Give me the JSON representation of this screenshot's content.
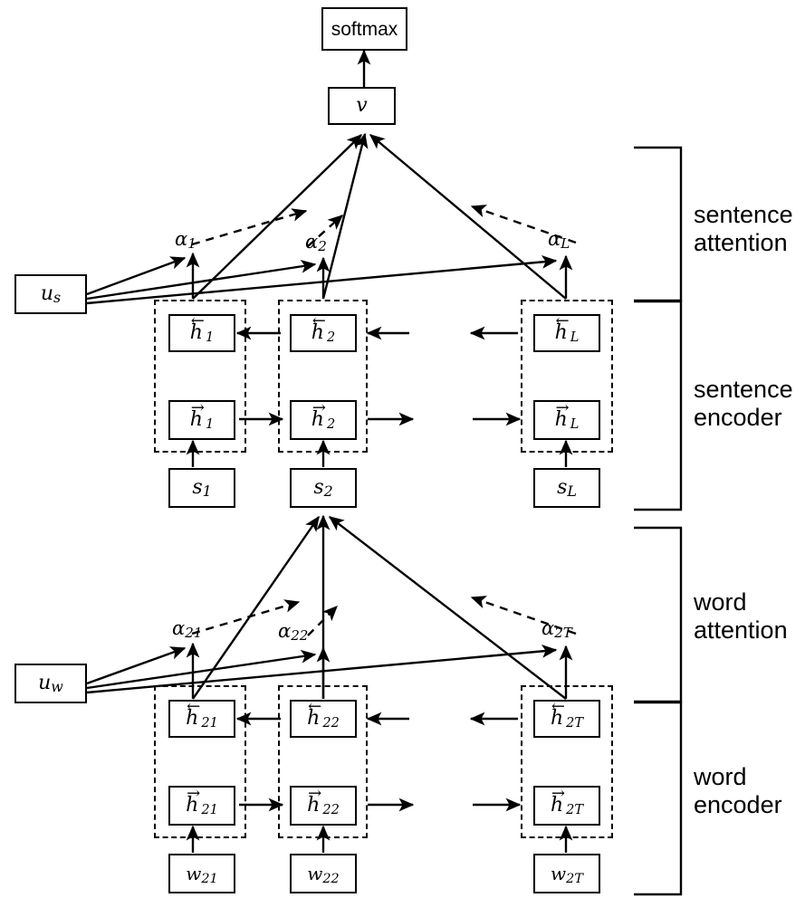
{
  "figure": {
    "type": "diagram",
    "name": "hierarchical-attention-network",
    "output_node": {
      "label": "softmax"
    },
    "document_vector": {
      "label": "v"
    }
  },
  "sections": [
    {
      "id": "sentence-attention",
      "label": "sentence\nattention"
    },
    {
      "id": "sentence-encoder",
      "label": "sentence\nencoder"
    },
    {
      "id": "word-attention",
      "label": "word\nattention"
    },
    {
      "id": "word-encoder",
      "label": "word\nencoder"
    }
  ],
  "context_vectors": {
    "sentence": {
      "base": "u",
      "sub": "s"
    },
    "word": {
      "base": "u",
      "sub": "w"
    }
  },
  "sentence_level": {
    "attention_weights": [
      {
        "base": "α",
        "sub": "1"
      },
      {
        "base": "α",
        "sub": "2"
      },
      {
        "base": "α",
        "sub": "L"
      }
    ],
    "backward_states": [
      {
        "arrow": "←",
        "base": "h",
        "sub": "1"
      },
      {
        "arrow": "←",
        "base": "h",
        "sub": "2"
      },
      {
        "arrow": "←",
        "base": "h",
        "sub": "L"
      }
    ],
    "forward_states": [
      {
        "arrow": "→",
        "base": "h",
        "sub": "1"
      },
      {
        "arrow": "→",
        "base": "h",
        "sub": "2"
      },
      {
        "arrow": "→",
        "base": "h",
        "sub": "L"
      }
    ],
    "inputs": [
      {
        "base": "s",
        "sub": "1"
      },
      {
        "base": "s",
        "sub": "2"
      },
      {
        "base": "s",
        "sub": "L"
      }
    ]
  },
  "word_level": {
    "attention_weights": [
      {
        "base": "α",
        "sub": "21"
      },
      {
        "base": "α",
        "sub": "22"
      },
      {
        "base": "α",
        "sub": "2T"
      }
    ],
    "backward_states": [
      {
        "arrow": "←",
        "base": "h",
        "sub": "21"
      },
      {
        "arrow": "←",
        "base": "h",
        "sub": "22"
      },
      {
        "arrow": "←",
        "base": "h",
        "sub": "2T"
      }
    ],
    "forward_states": [
      {
        "arrow": "→",
        "base": "h",
        "sub": "21"
      },
      {
        "arrow": "→",
        "base": "h",
        "sub": "22"
      },
      {
        "arrow": "→",
        "base": "h",
        "sub": "2T"
      }
    ],
    "inputs": [
      {
        "base": "w",
        "sub": "21"
      },
      {
        "base": "w",
        "sub": "22"
      },
      {
        "base": "w",
        "sub": "2T"
      }
    ]
  },
  "colors": {
    "ink": "#000000",
    "paper": "#ffffff"
  }
}
